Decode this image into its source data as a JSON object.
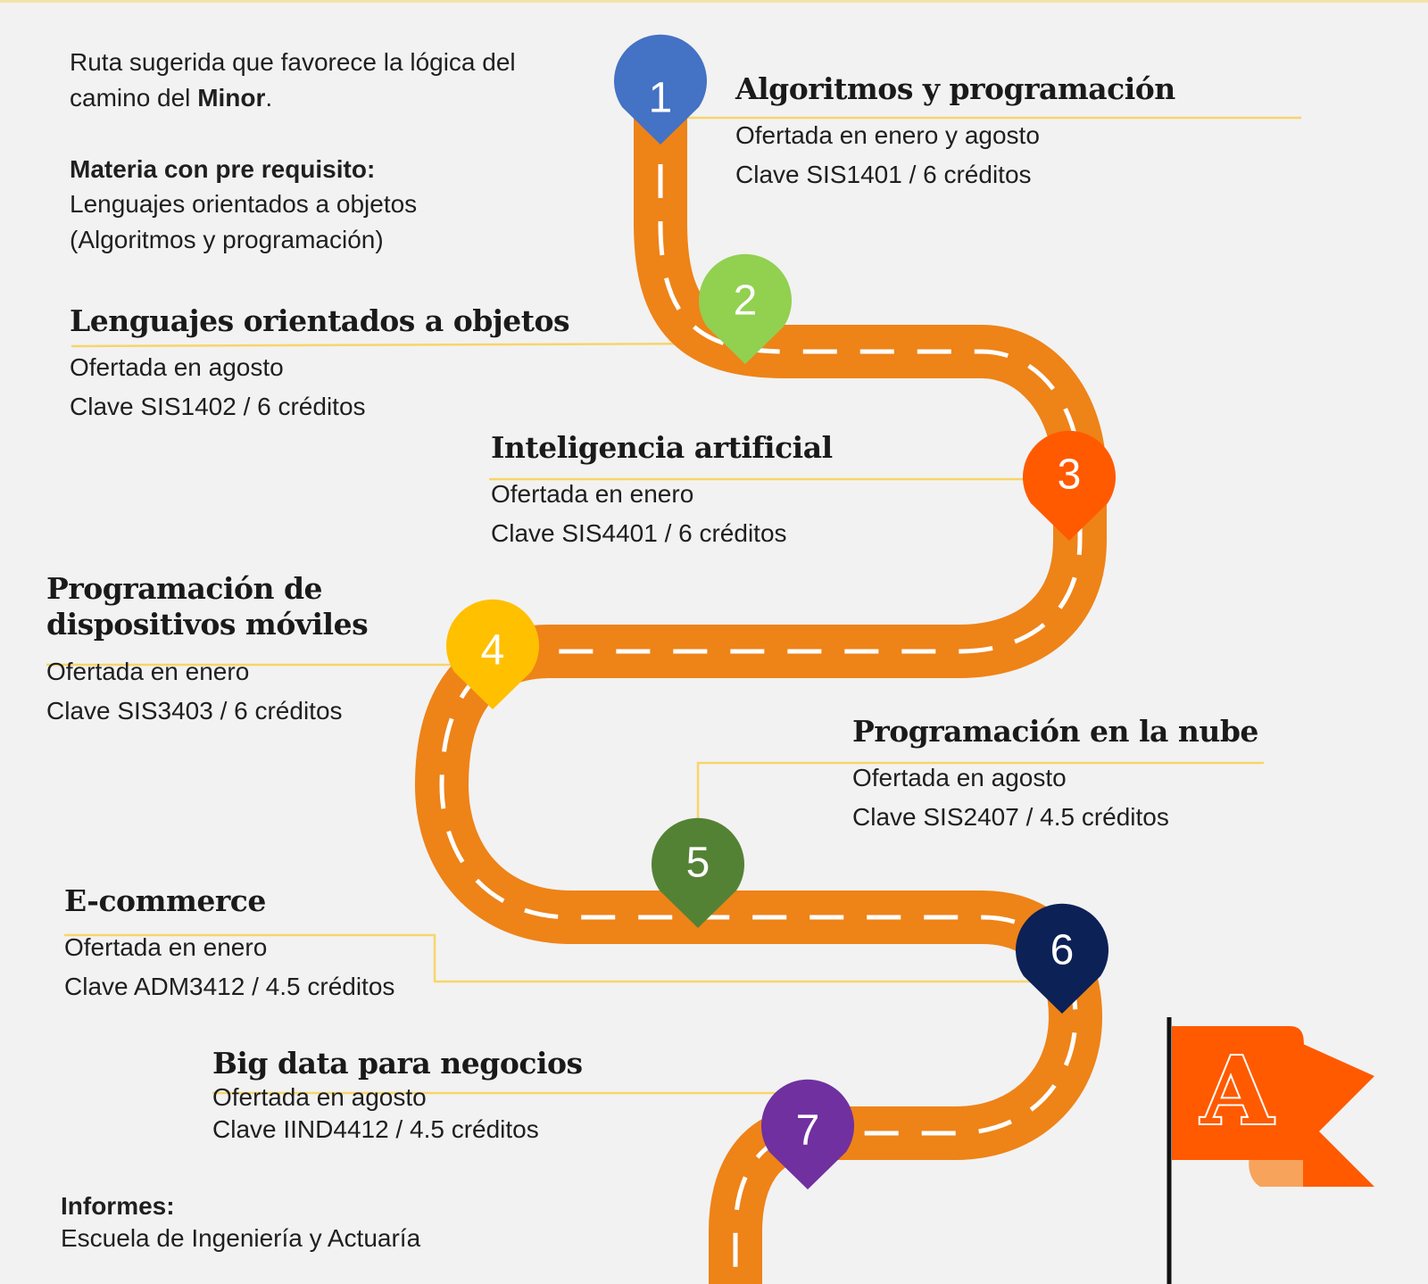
{
  "intro": {
    "line1": "Ruta sugerida que favorece la lógica del",
    "line2_pre": "camino del ",
    "line2_bold": "Minor",
    "line2_post": ".",
    "prereq_title": "Materia con pre requisito:",
    "prereq_line1": "Lenguajes orientados a objetos",
    "prereq_line2": "(Algoritmos y programación)"
  },
  "courses": [
    {
      "number": "1",
      "title": "Algoritmos y programación",
      "offer": "Ofertada en enero y agosto",
      "code": "Clave SIS1401 / 6 créditos",
      "pin_color": "#4472c4"
    },
    {
      "number": "2",
      "title": "Lenguajes orientados a objetos",
      "offer": "Ofertada en agosto",
      "code": "Clave SIS1402 / 6 créditos",
      "pin_color": "#92d050"
    },
    {
      "number": "3",
      "title": "Inteligencia artificial",
      "offer": "Ofertada en enero",
      "code": "Clave SIS4401 / 6 créditos",
      "pin_color": "#ff5a00"
    },
    {
      "number": "4",
      "title_line1": "Programación de",
      "title_line2": "dispositivos móviles",
      "offer": "Ofertada en enero",
      "code": "Clave SIS3403 / 6 créditos",
      "pin_color": "#ffc000"
    },
    {
      "number": "5",
      "title": "Programación en la nube",
      "offer": "Ofertada en agosto",
      "code": "Clave SIS2407 / 4.5 créditos",
      "pin_color": "#548235"
    },
    {
      "number": "6",
      "title": "E-commerce",
      "offer": "Ofertada en enero",
      "code": "Clave ADM3412 / 4.5 créditos",
      "pin_color": "#0c2156"
    },
    {
      "number": "7",
      "title": "Big data para negocios",
      "offer": "Ofertada en agosto",
      "code": "Clave IIND4412 / 4.5 créditos",
      "pin_color": "#7030a0"
    }
  ],
  "footer": {
    "label": "Informes:",
    "value": "Escuela de Ingeniería y Actuaría"
  },
  "flag": {
    "letter": "A",
    "icon": "flag-icon",
    "color": "#ff5a00"
  },
  "colors": {
    "road": "#ee8318",
    "dash": "#ffffff",
    "leader_line": "#f7d56a",
    "background": "#f2f2f2"
  }
}
